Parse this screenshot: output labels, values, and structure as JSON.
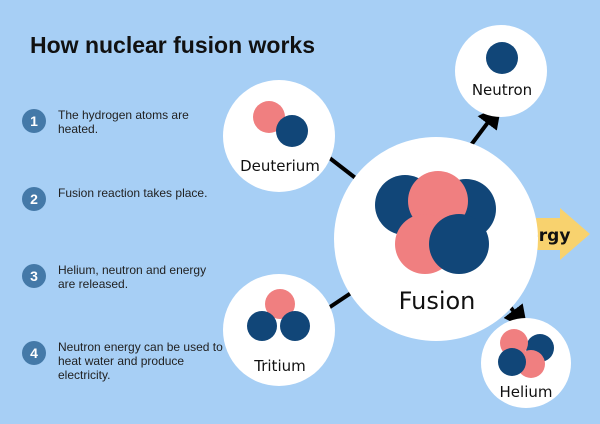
{
  "title": "How nuclear fusion works",
  "steps": [
    {
      "number": "1",
      "text": "The hydrogen atoms are heated."
    },
    {
      "number": "2",
      "text": "Fusion reaction takes place."
    },
    {
      "number": "3",
      "text": "Helium, neutron and energy are released."
    },
    {
      "number": "4",
      "text": "Neutron energy can be used to heat water and produce electricity."
    }
  ],
  "labels": {
    "deuterium": "Deuterium",
    "tritium": "Tritium",
    "fusion": "Fusion",
    "neutron": "Neutron",
    "helium": "Helium",
    "energy": "Energy"
  },
  "colors": {
    "background": "#a7cff5",
    "proton": "#f07f80",
    "neutron": "#114678",
    "circle": "#ffffff",
    "energy_arrow": "#f8d26e",
    "step_badge": "#4479a8"
  }
}
